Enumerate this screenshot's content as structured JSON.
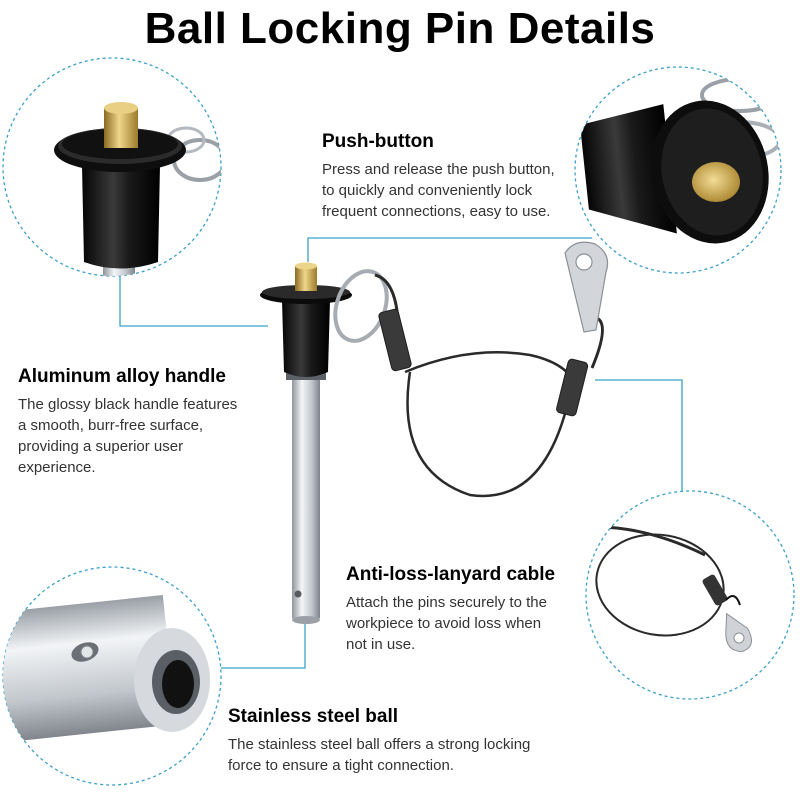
{
  "page": {
    "title": "Ball Locking Pin Details"
  },
  "features": {
    "push_button": {
      "title": "Push-button",
      "lines": [
        "Press and release the push button,",
        "to quickly and conveniently lock",
        "frequent connections, easy to use."
      ]
    },
    "handle": {
      "title": "Aluminum alloy handle",
      "lines": [
        "The glossy black handle features",
        "a smooth, burr-free surface,",
        "providing a superior user",
        "experience."
      ]
    },
    "lanyard": {
      "title": "Anti-loss-lanyard cable",
      "lines": [
        "Attach the pins securely to the",
        "workpiece to avoid loss when",
        "not in use."
      ]
    },
    "ball": {
      "title": "Stainless steel ball",
      "lines": [
        "The stainless steel ball offers a strong locking",
        "force to ensure a tight connection."
      ]
    }
  },
  "colors": {
    "callout_line": "#3aa0c8",
    "circle_border": "#3aa0c8",
    "handle_black": "#141414",
    "brass": "#c9a24a",
    "steel": "#c8cdd2",
    "cable": "#2a2a2a"
  }
}
